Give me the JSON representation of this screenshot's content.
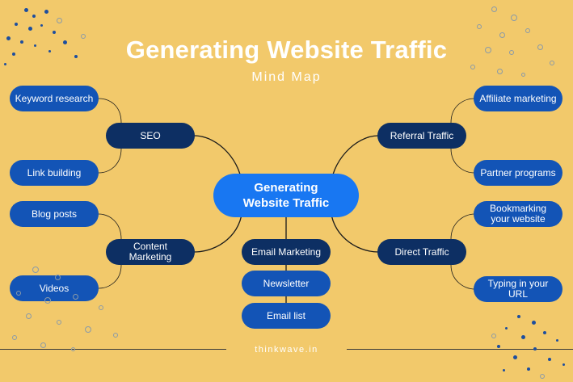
{
  "header": {
    "title": "Generating Website Traffic",
    "subtitle": "Mind Map"
  },
  "center": {
    "line1": "Generating",
    "line2": "Website Traffic"
  },
  "branches": {
    "seo": "SEO",
    "content_marketing": "Content Marketing",
    "referral_traffic": "Referral Traffic",
    "direct_traffic": "Direct Traffic",
    "email_marketing": "Email Marketing"
  },
  "leaves": {
    "keyword_research": "Keyword research",
    "link_building": "Link building",
    "blog_posts": "Blog posts",
    "videos": "Videos",
    "affiliate_marketing": "Affiliate marketing",
    "partner_programs": "Partner programs",
    "bookmarking_line1": "Bookmarking",
    "bookmarking_line2": "your website",
    "typing_url": "Typing in your URL",
    "newsletter": "Newsletter",
    "email_list": "Email list"
  },
  "footer": {
    "text": "thinkwave.in"
  },
  "colors": {
    "background": "#f2c96b",
    "leaf": "#1354b6",
    "branch": "#0d2f63",
    "center": "#1877f2",
    "line": "#1a1a1a"
  }
}
